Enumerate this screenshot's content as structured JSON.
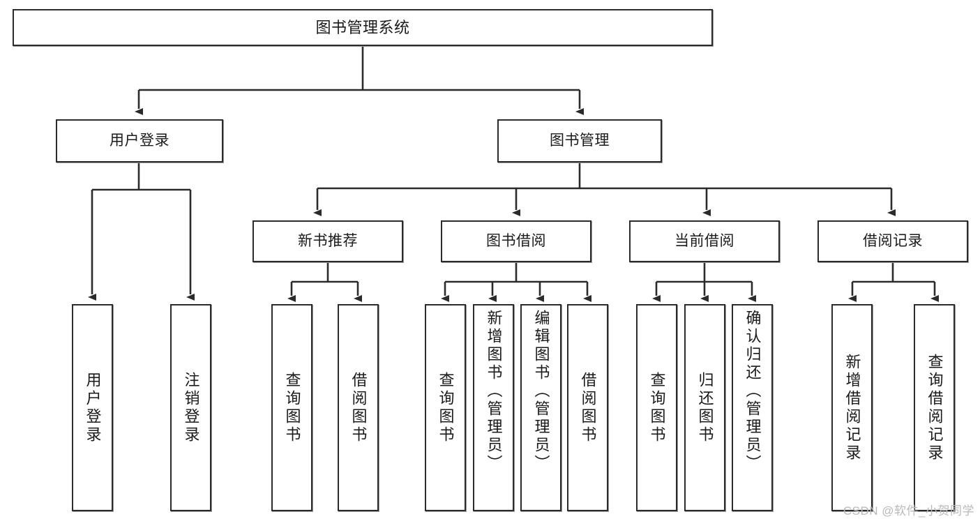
{
  "diagram": {
    "title": "图书管理系统",
    "type": "tree",
    "background_color": "#ffffff",
    "line_color": "#2b2b2b",
    "box_border_color": "#2b2b2b",
    "box_fill_color": "#ffffff",
    "text_color": "#1a1a1a"
  },
  "nodes": {
    "root": {
      "label": "图书管理系统"
    },
    "level2": [
      {
        "label": "用户登录"
      },
      {
        "label": "图书管理"
      }
    ],
    "level3": [
      {
        "label": "新书推荐"
      },
      {
        "label": "图书借阅"
      },
      {
        "label": "当前借阅"
      },
      {
        "label": "借阅记录"
      }
    ],
    "leaves": {
      "user_login": [
        {
          "label": "用户登录"
        },
        {
          "label": "注销登录"
        }
      ],
      "new_book_recommend": [
        {
          "label": "查询图书"
        },
        {
          "label": "借阅图书"
        }
      ],
      "book_borrow": [
        {
          "label": "查询图书"
        },
        {
          "label": "新增图书（管理员）"
        },
        {
          "label": "编辑图书（管理员）"
        },
        {
          "label": "借阅图书"
        }
      ],
      "current_borrow": [
        {
          "label": "查询图书"
        },
        {
          "label": "归还图书"
        },
        {
          "label": "确认归还（管理员）"
        }
      ],
      "borrow_record": [
        {
          "label": "新增借阅记录"
        },
        {
          "label": "查询借阅记录"
        }
      ]
    }
  },
  "watermark": {
    "text": "CSDN @软件_小贺同学",
    "color": "#b9b9b9"
  }
}
